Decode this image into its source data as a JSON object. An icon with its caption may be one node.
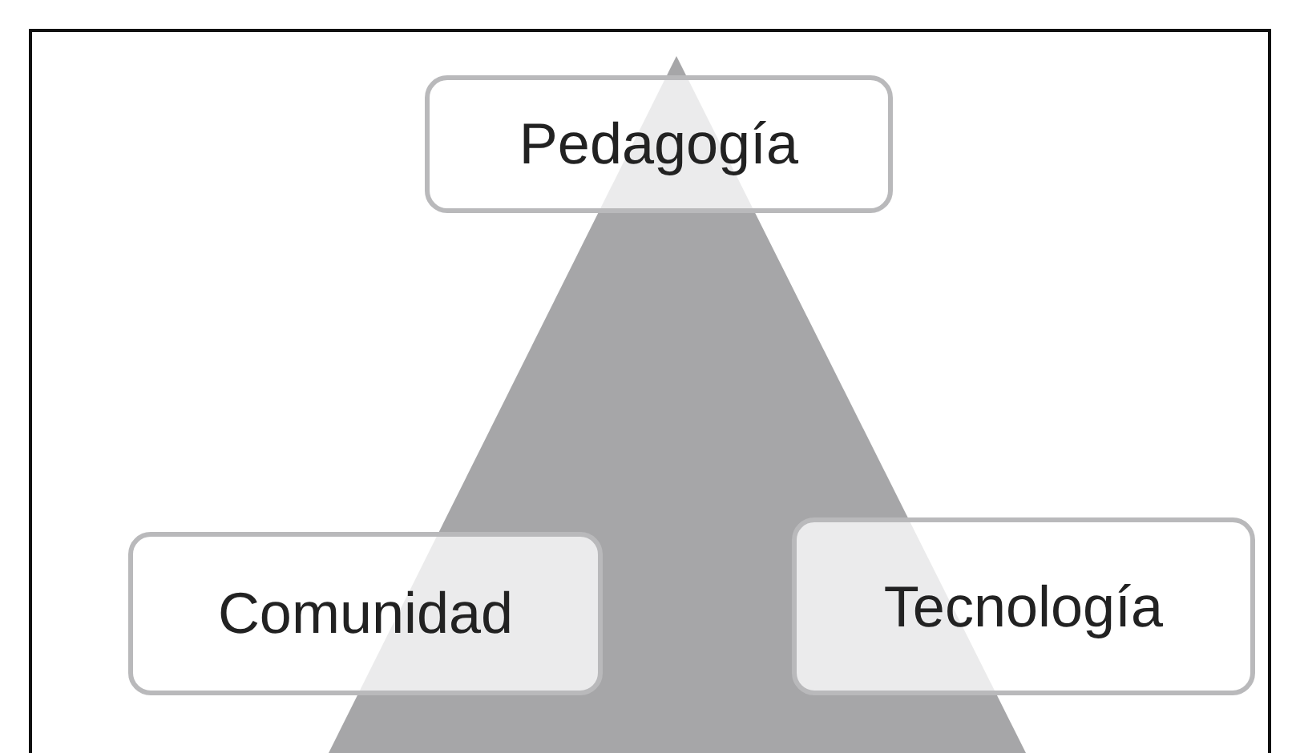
{
  "diagram": {
    "nodes": [
      {
        "text": [
          "Pedagogía"
        ]
      },
      {
        "text": [
          "Comunidad"
        ]
      },
      {
        "text": [
          "Tecnología"
        ]
      }
    ]
  }
}
